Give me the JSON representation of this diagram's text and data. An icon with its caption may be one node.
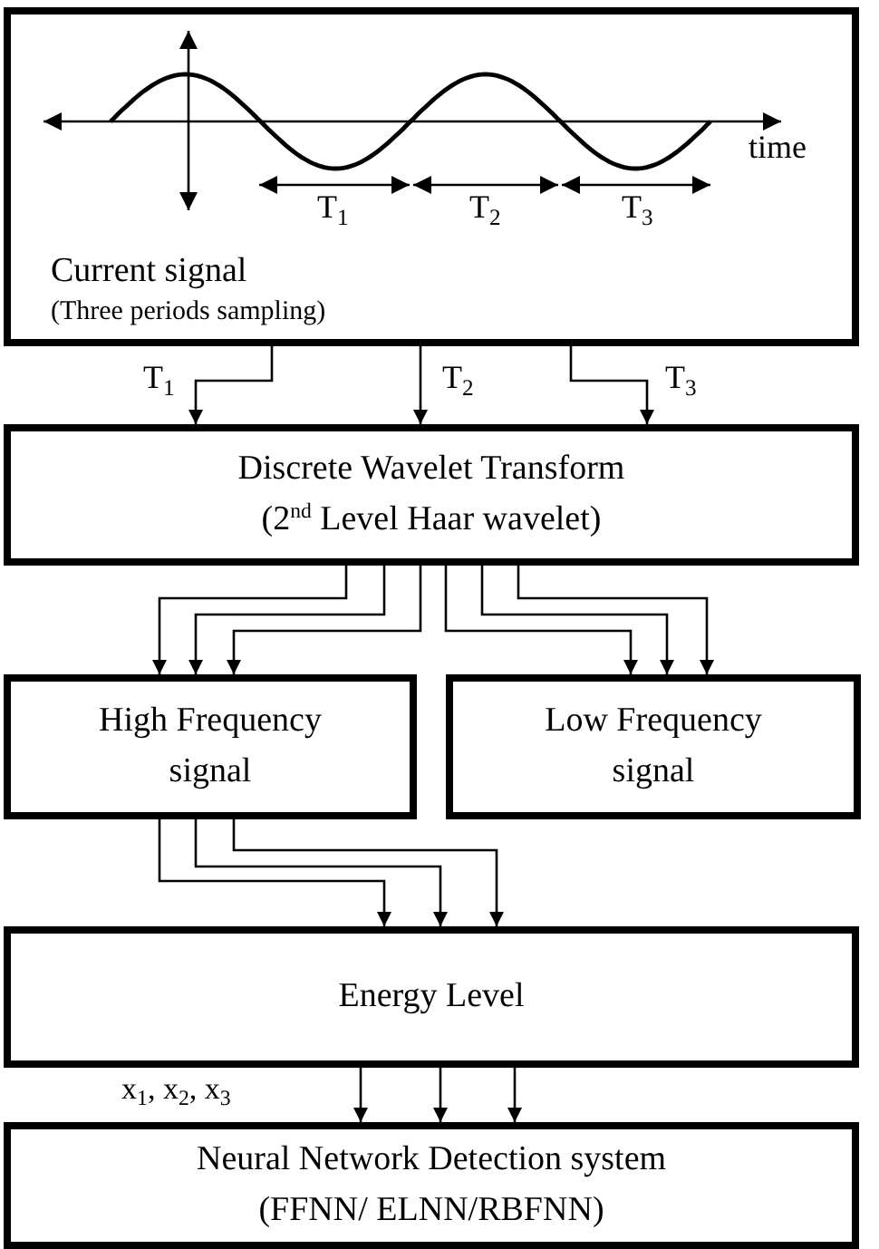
{
  "diagram": {
    "nodes": [
      {
        "text": [
          "Current signal",
          "(Three periods sampling)"
        ]
      },
      {
        "text": [
          "Discrete Wavelet Transform",
          "(2$^{nd}$ Level Haar wavelet)"
        ]
      },
      {
        "text": [
          "High Frequency signal"
        ]
      },
      {
        "text": [
          "Low Frequency signal"
        ]
      },
      {
        "text": [
          "Energy Level"
        ]
      },
      {
        "text": [
          "Neural Network Detection system",
          "(FFNN/ ELNN/RBFNN)"
        ]
      }
    ],
    "edges": [
      {
        "from": 0,
        "to": 1,
        "arrow": "to",
        "label": "T$_{1}$"
      },
      {
        "from": 0,
        "to": 1,
        "arrow": "to",
        "label": "T$_{2}$"
      },
      {
        "from": 0,
        "to": 1,
        "arrow": "to",
        "label": "T$_{3}$"
      },
      {
        "from": 1,
        "to": 2,
        "arrow": "to"
      },
      {
        "from": 1,
        "to": 2,
        "arrow": "to"
      },
      {
        "from": 1,
        "to": 2,
        "arrow": "to"
      },
      {
        "from": 1,
        "to": 3,
        "arrow": "to"
      },
      {
        "from": 1,
        "to": 3,
        "arrow": "to"
      },
      {
        "from": 1,
        "to": 3,
        "arrow": "to"
      },
      {
        "from": 2,
        "to": 4,
        "arrow": "to"
      },
      {
        "from": 2,
        "to": 4,
        "arrow": "to"
      },
      {
        "from": 2,
        "to": 4,
        "arrow": "to"
      },
      {
        "from": 4,
        "to": 5,
        "arrow": "to"
      },
      {
        "from": 4,
        "to": 5,
        "arrow": "to"
      },
      {
        "from": 4,
        "to": 5,
        "arrow": "to"
      }
    ],
    "labels": [
      "time",
      "T$_{1}$",
      "T$_{2}$",
      "T$_{3}$",
      "x$_{1}$, x$_{2}$, x$_{3}$"
    ]
  }
}
